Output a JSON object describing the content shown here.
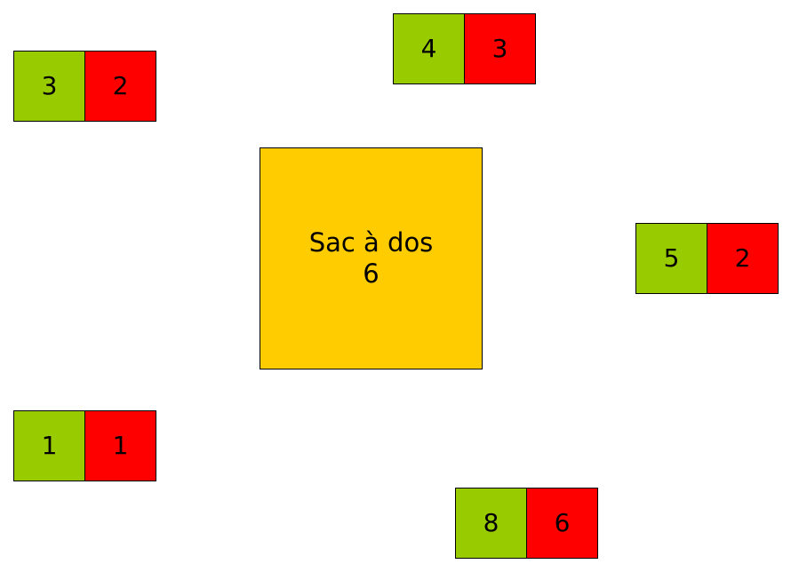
{
  "colors": {
    "value": "#99cc00",
    "weight": "#ff0000",
    "knapsack": "#ffcc00",
    "border": "#000000"
  },
  "knapsack": {
    "label": "Sac à dos",
    "capacity": "6"
  },
  "items": [
    {
      "value": "3",
      "weight": "2"
    },
    {
      "value": "4",
      "weight": "3"
    },
    {
      "value": "5",
      "weight": "2"
    },
    {
      "value": "1",
      "weight": "1"
    },
    {
      "value": "8",
      "weight": "6"
    }
  ]
}
